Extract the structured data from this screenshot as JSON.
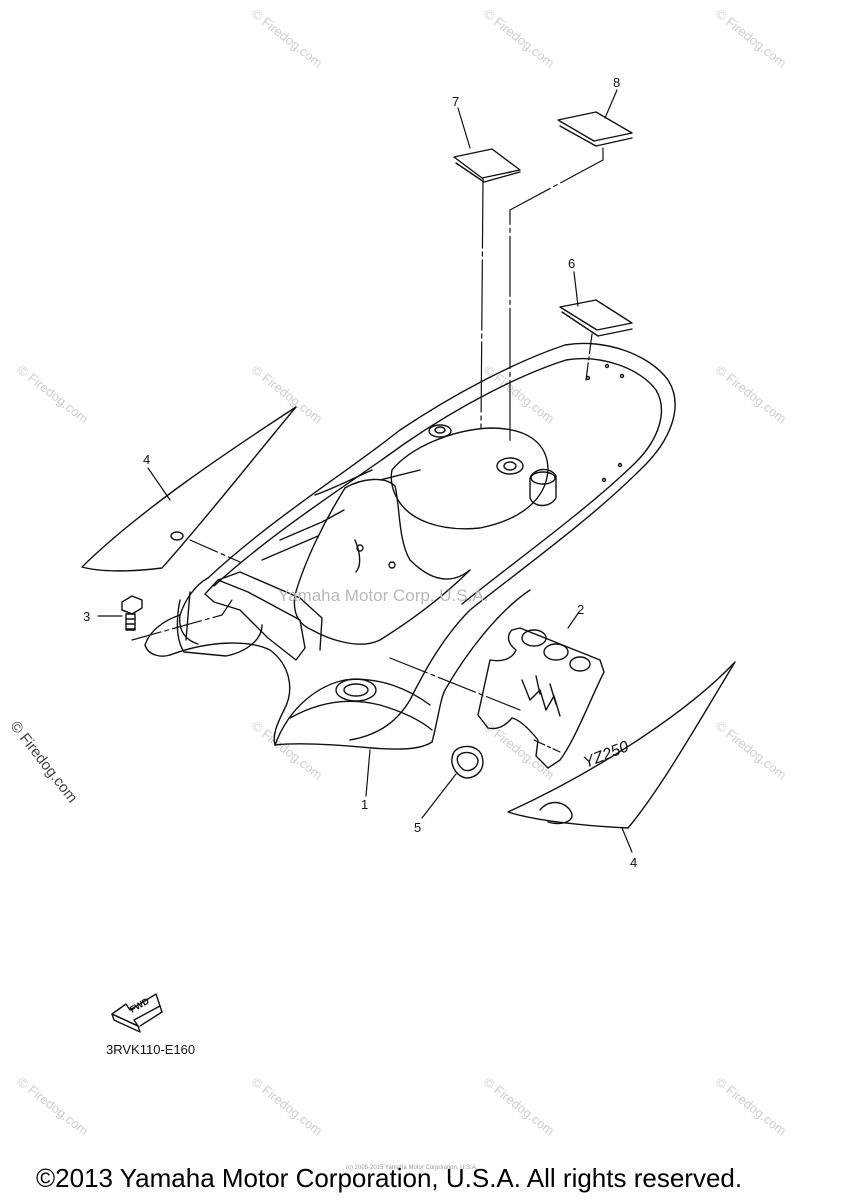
{
  "watermarks": {
    "site": "© Firedog.com",
    "center": "Yamaha Motor Corp. U.S.A.",
    "tiny_footer": "(c) 2005-2015 Yamaha Motor Corporation, U.S.A."
  },
  "callouts": {
    "c1": "1",
    "c2": "2",
    "c3": "3",
    "c4a": "4",
    "c4b": "4",
    "c5": "5",
    "c6": "6",
    "c7": "7",
    "c8": "8"
  },
  "diagram_code": "3RVK110-E160",
  "fwd_label": "FWD",
  "copyright": "©2013 Yamaha Motor Corporation, U.S.A. All rights reserved."
}
